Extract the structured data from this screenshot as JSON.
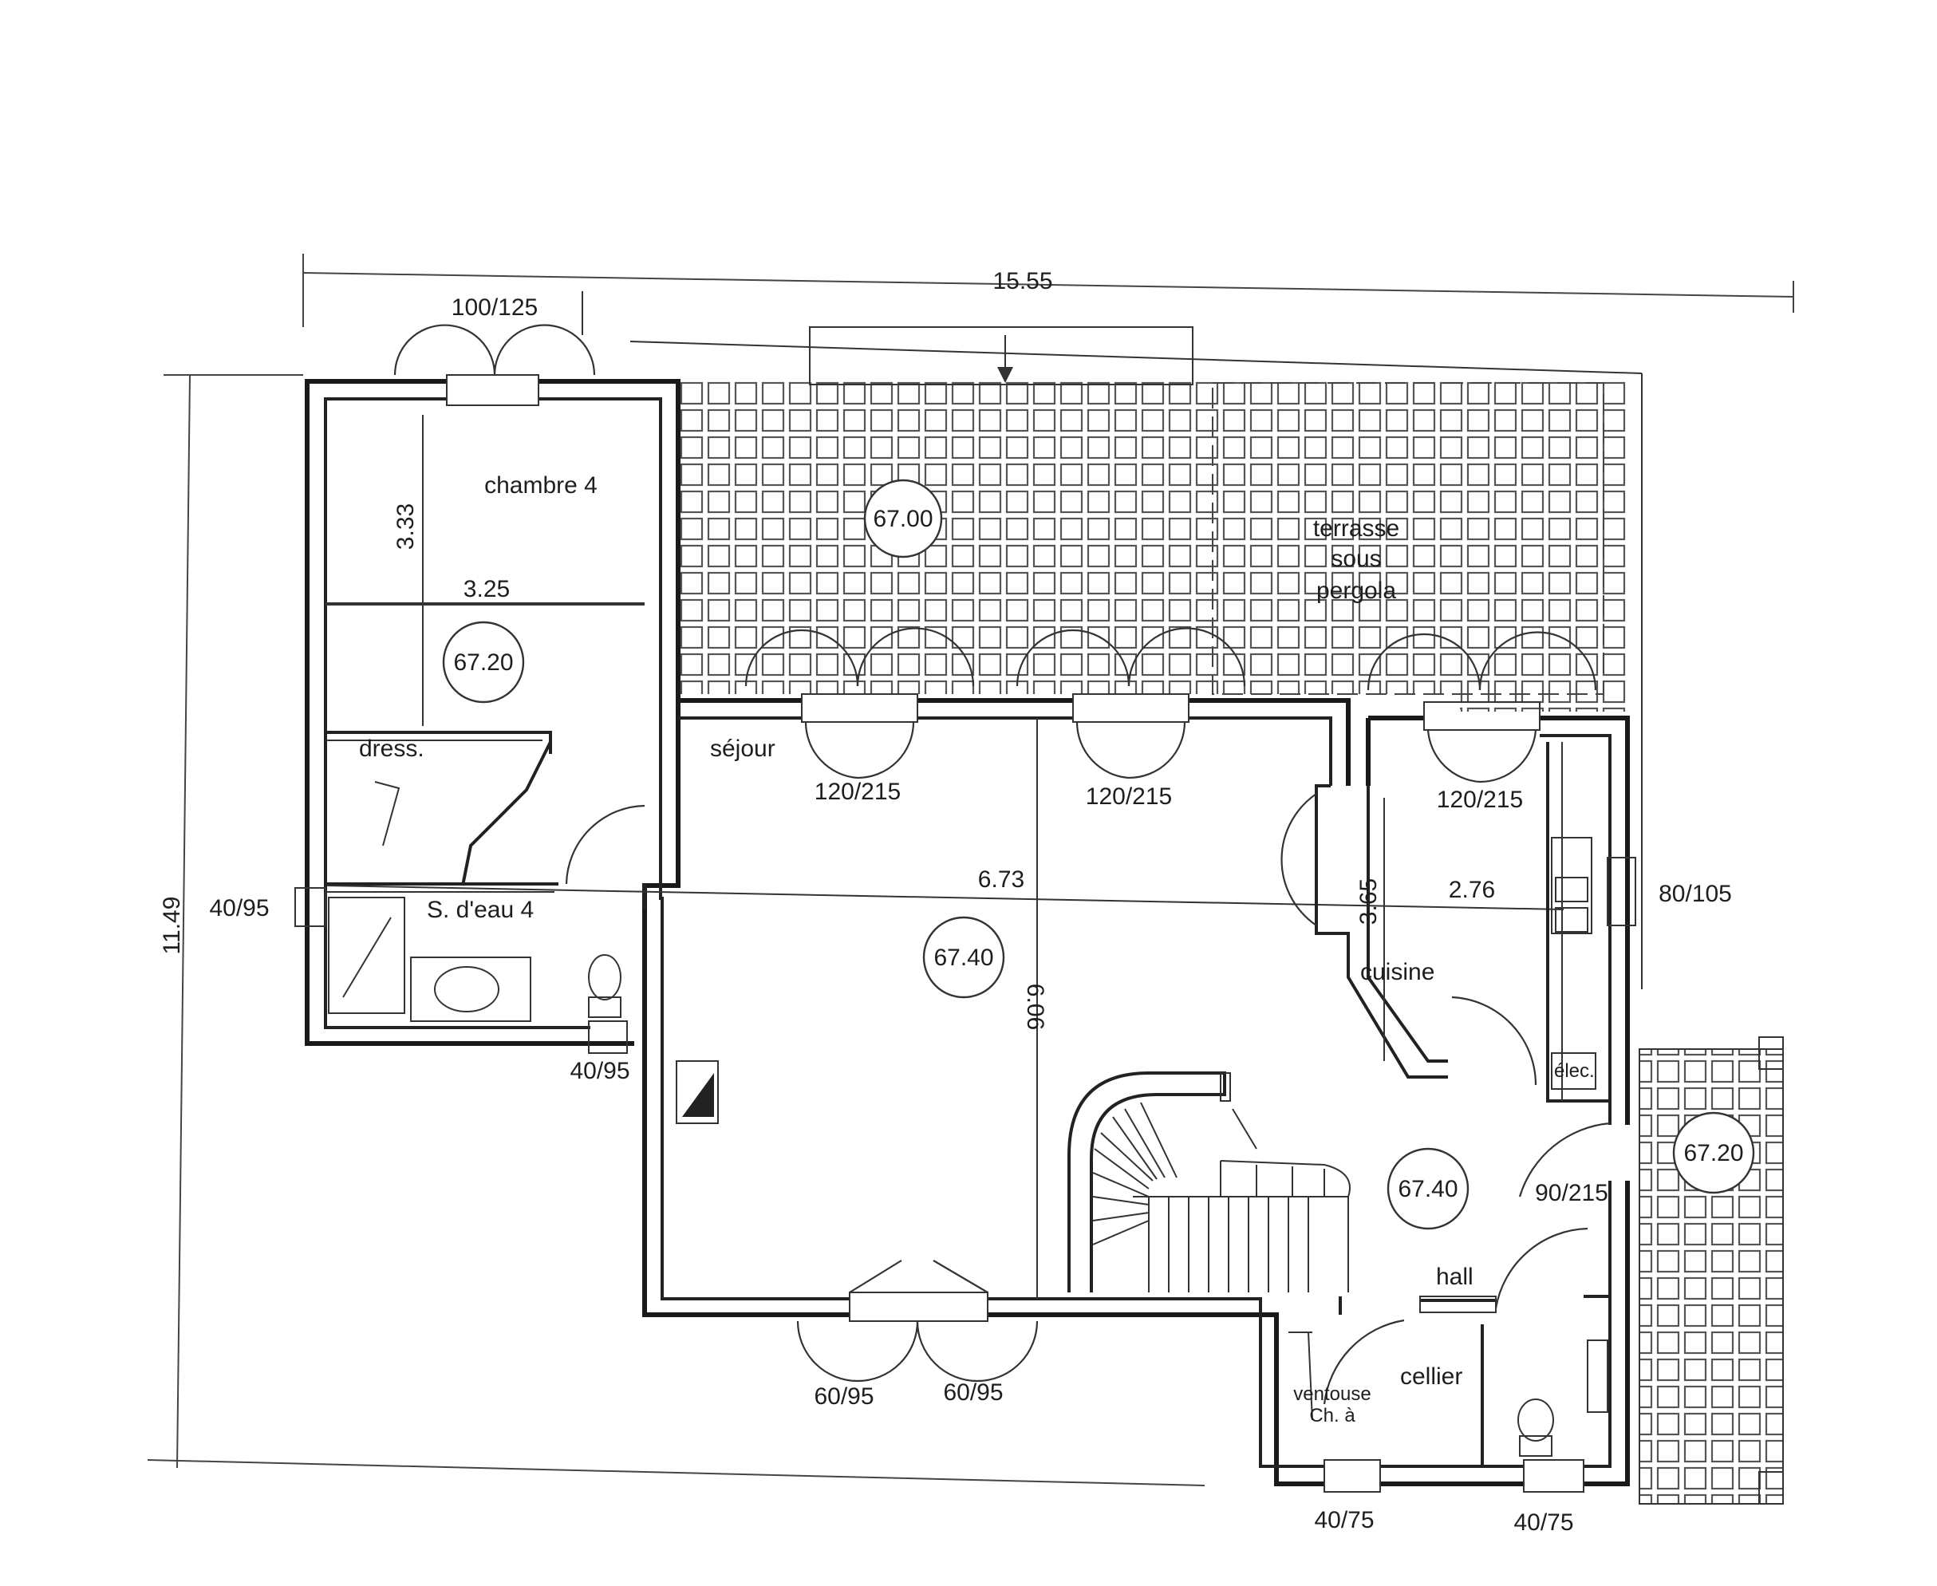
{
  "plan": {
    "overall_width": "15.55",
    "overall_depth": "11.49",
    "rooms": {
      "chambre": "chambre 4",
      "dressing": "dress.",
      "salle_eau": "S. d'eau 4",
      "sejour": "séjour",
      "cuisine": "cuisine",
      "hall": "hall",
      "cellier": "cellier",
      "terrasse": [
        "terrasse",
        "sous",
        "pergola"
      ],
      "elec": "élec.",
      "ventouse": [
        "ventouse",
        "Ch. à"
      ]
    },
    "room_dimensions": {
      "chambre_depth": "3.33",
      "chambre_width": "3.25",
      "sejour_width": "6.73",
      "sejour_depth": "6.06",
      "cuisine_depth": "3.65",
      "cuisine_width": "2.76"
    },
    "levels": {
      "terrasse": "67.00",
      "chambre": "67.20",
      "sejour": "67.40",
      "hall": "67.40",
      "terrasse_est": "67.20"
    },
    "openings": {
      "chambre_window": "100/125",
      "sdb_window_side": "40/95",
      "sdb_window_bottom": "40/95",
      "sejour_door_1": "120/215",
      "sejour_door_2": "120/215",
      "cuisine_door": "120/215",
      "cuisine_window": "80/105",
      "entry_door": "90/215",
      "sejour_window_1": "60/95",
      "sejour_window_2": "60/95",
      "cellier_window": "40/75",
      "wc_window": "40/75"
    }
  }
}
